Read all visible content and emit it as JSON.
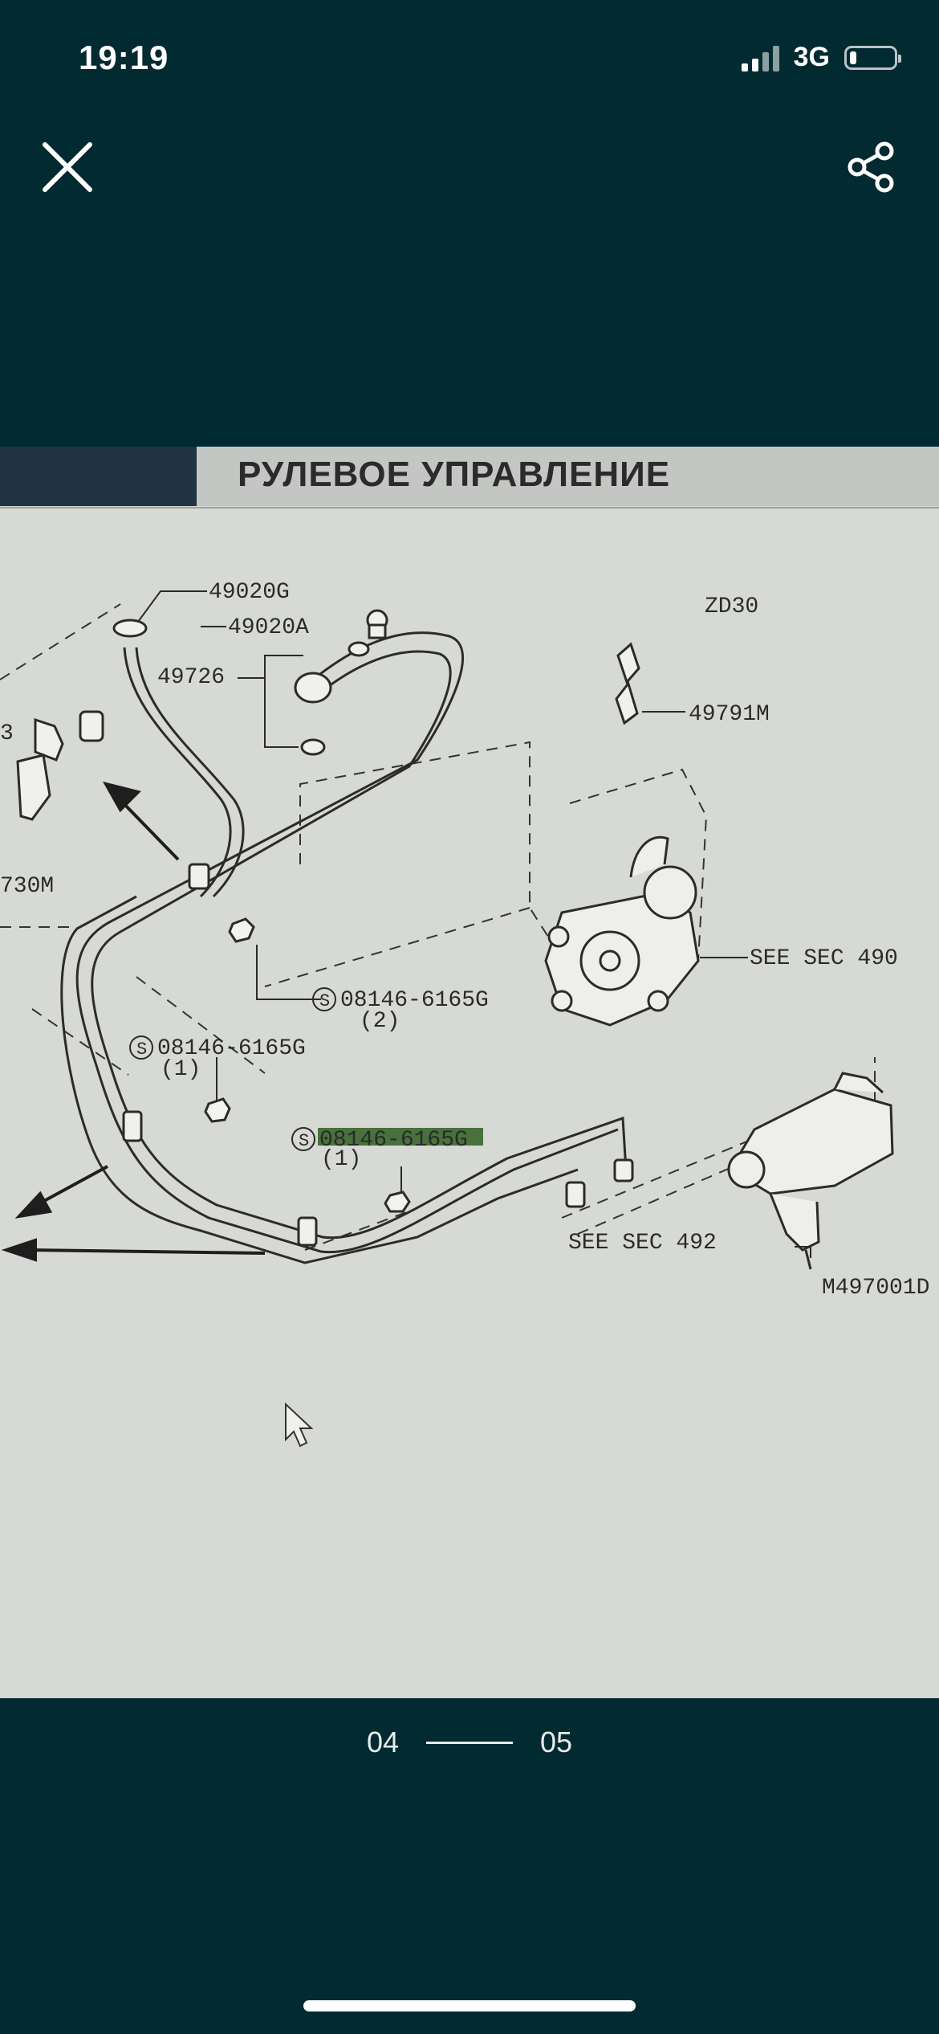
{
  "status_bar": {
    "time": "19:19",
    "network": "3G",
    "battery_level": 0.15
  },
  "toolbar": {
    "close_icon": "close-icon",
    "share_icon": "share-icon"
  },
  "photo": {
    "title": "РУЛЕВОЕ УПРАВЛЕНИЕ",
    "engine": "ZD30",
    "labels": {
      "p49020G": "49020G",
      "p49020A": "49020A",
      "p49726": "49726",
      "p49791M": "49791M",
      "p3": "3",
      "p730M": "730M",
      "see_sec_490": "SEE SEC 490",
      "bolt_2": "08146-6165G",
      "bolt_2_qty": "(2)",
      "bolt_1": "08146-6165G",
      "bolt_1_qty": "(1)",
      "bolt_3": "08146-6165G",
      "bolt_3_qty": "(1)",
      "see_sec_492": "SEE SEC 492",
      "drawing_no": "M497001D"
    }
  },
  "pager": {
    "current": "04",
    "next": "05"
  }
}
